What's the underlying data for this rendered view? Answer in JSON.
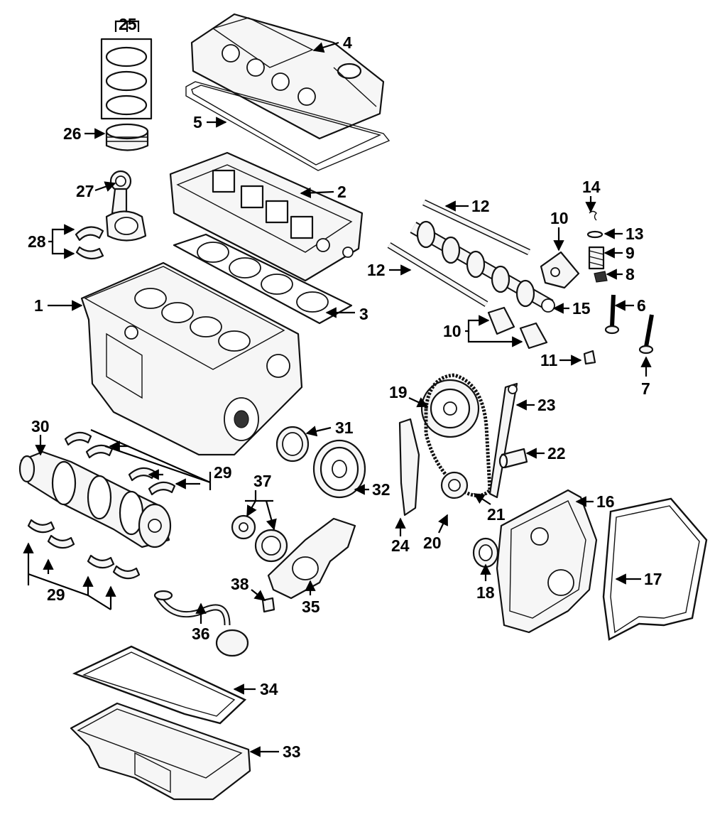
{
  "diagram": {
    "callouts": [
      {
        "id": "c1",
        "label": "1"
      },
      {
        "id": "c2",
        "label": "2"
      },
      {
        "id": "c3",
        "label": "3"
      },
      {
        "id": "c4",
        "label": "4"
      },
      {
        "id": "c5",
        "label": "5"
      },
      {
        "id": "c6",
        "label": "6"
      },
      {
        "id": "c7",
        "label": "7"
      },
      {
        "id": "c8",
        "label": "8"
      },
      {
        "id": "c9",
        "label": "9"
      },
      {
        "id": "c10a",
        "label": "10"
      },
      {
        "id": "c10b",
        "label": "10"
      },
      {
        "id": "c11",
        "label": "11"
      },
      {
        "id": "c12a",
        "label": "12"
      },
      {
        "id": "c12b",
        "label": "12"
      },
      {
        "id": "c13",
        "label": "13"
      },
      {
        "id": "c14",
        "label": "14"
      },
      {
        "id": "c15",
        "label": "15"
      },
      {
        "id": "c16",
        "label": "16"
      },
      {
        "id": "c17",
        "label": "17"
      },
      {
        "id": "c18",
        "label": "18"
      },
      {
        "id": "c19",
        "label": "19"
      },
      {
        "id": "c20",
        "label": "20"
      },
      {
        "id": "c21",
        "label": "21"
      },
      {
        "id": "c22",
        "label": "22"
      },
      {
        "id": "c23",
        "label": "23"
      },
      {
        "id": "c24",
        "label": "24"
      },
      {
        "id": "c25",
        "label": "25"
      },
      {
        "id": "c26",
        "label": "26"
      },
      {
        "id": "c27",
        "label": "27"
      },
      {
        "id": "c28",
        "label": "28"
      },
      {
        "id": "c29a",
        "label": "29"
      },
      {
        "id": "c29b",
        "label": "29"
      },
      {
        "id": "c30",
        "label": "30"
      },
      {
        "id": "c31",
        "label": "31"
      },
      {
        "id": "c32",
        "label": "32"
      },
      {
        "id": "c33",
        "label": "33"
      },
      {
        "id": "c34",
        "label": "34"
      },
      {
        "id": "c35",
        "label": "35"
      },
      {
        "id": "c36",
        "label": "36"
      },
      {
        "id": "c37",
        "label": "37"
      },
      {
        "id": "c38",
        "label": "38"
      }
    ]
  }
}
